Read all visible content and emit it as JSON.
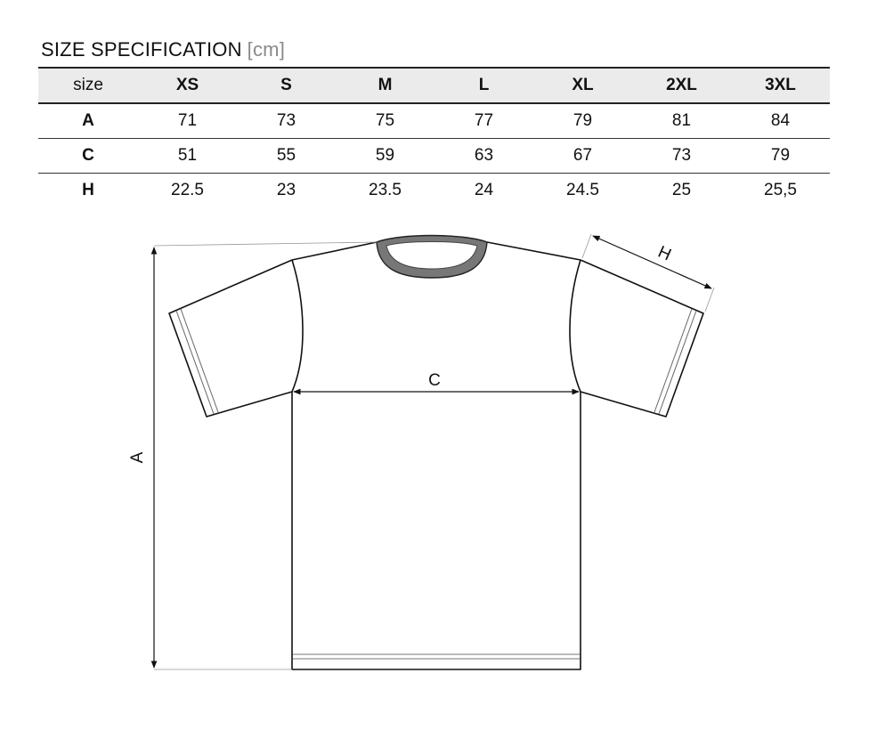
{
  "title": {
    "text": "SIZE SPECIFICATION",
    "unit": "[cm]"
  },
  "table": {
    "header_label": "size",
    "sizes": [
      "XS",
      "S",
      "M",
      "L",
      "XL",
      "2XL",
      "3XL"
    ],
    "rows": [
      {
        "label": "A",
        "values": [
          "71",
          "73",
          "75",
          "77",
          "79",
          "81",
          "84"
        ]
      },
      {
        "label": "C",
        "values": [
          "51",
          "55",
          "59",
          "63",
          "67",
          "73",
          "79"
        ]
      },
      {
        "label": "H",
        "values": [
          "22.5",
          "23",
          "23.5",
          "24",
          "24.5",
          "25",
          "25,5"
        ]
      }
    ]
  },
  "diagram": {
    "label_a": "A",
    "label_c": "C",
    "label_h": "H"
  }
}
